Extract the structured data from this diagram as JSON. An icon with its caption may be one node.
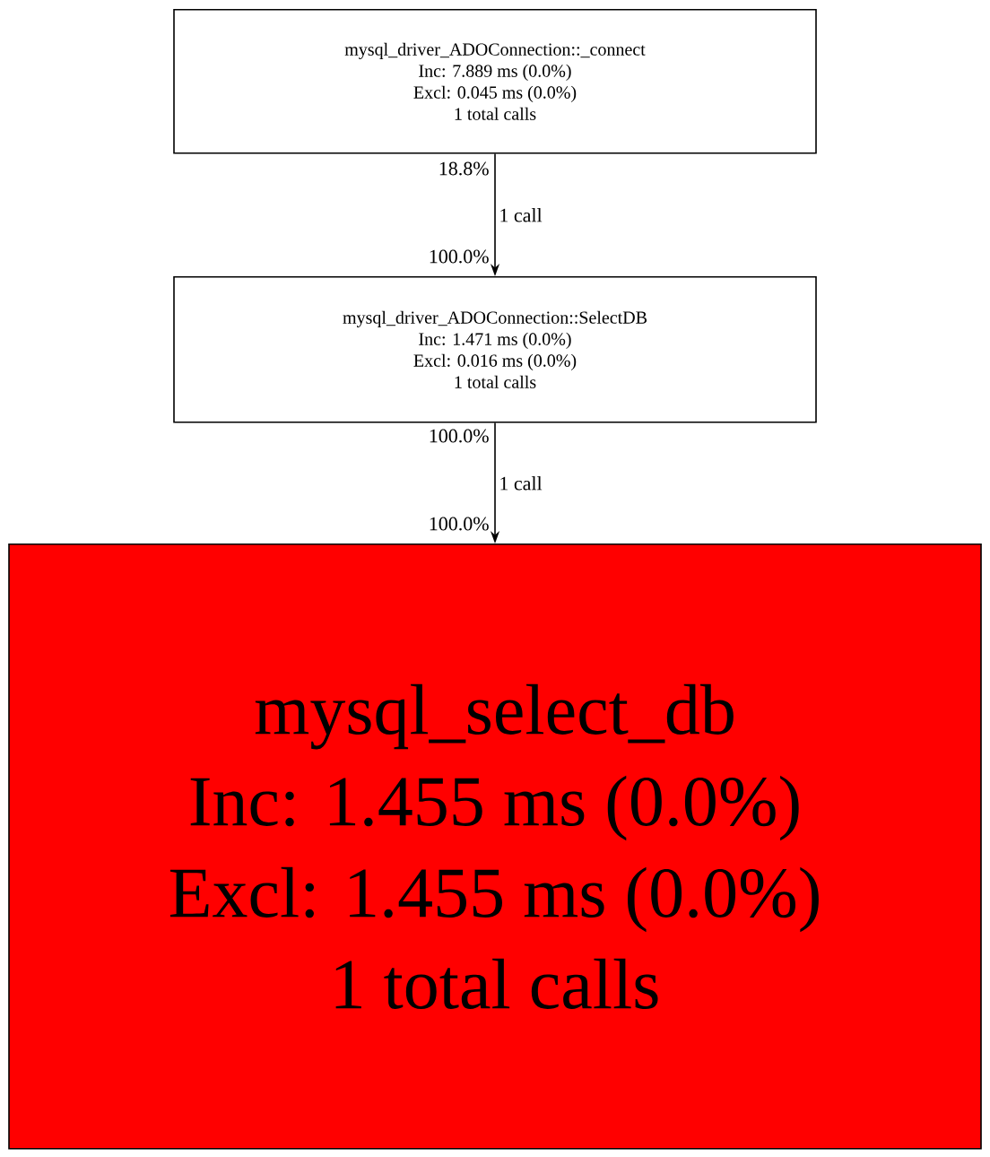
{
  "diagram": {
    "nodes": [
      {
        "text": [
          "mysql_driver_ADOConnection::_connect",
          "Inc: 7.889 ms (0.0%)",
          "Excl: 0.045 ms (0.0%)",
          "1 total calls"
        ]
      },
      {
        "text": [
          "mysql_driver_ADOConnection::SelectDB",
          "Inc: 1.471 ms (0.0%)",
          "Excl: 0.016 ms (0.0%)",
          "1 total calls"
        ]
      },
      {
        "text": [
          "mysql_select_db",
          "Inc: 1.455 ms (0.0%)",
          "Excl: 1.455 ms (0.0%)",
          "1 total calls"
        ]
      }
    ],
    "edges": [
      {
        "from": 0,
        "to": 1,
        "arrow": "to",
        "label": "1 call"
      },
      {
        "from": 1,
        "to": 2,
        "arrow": "to",
        "label": "1 call"
      }
    ],
    "labels": [
      "18.8%",
      "100.0%",
      "100.0%",
      "100.0%"
    ]
  }
}
